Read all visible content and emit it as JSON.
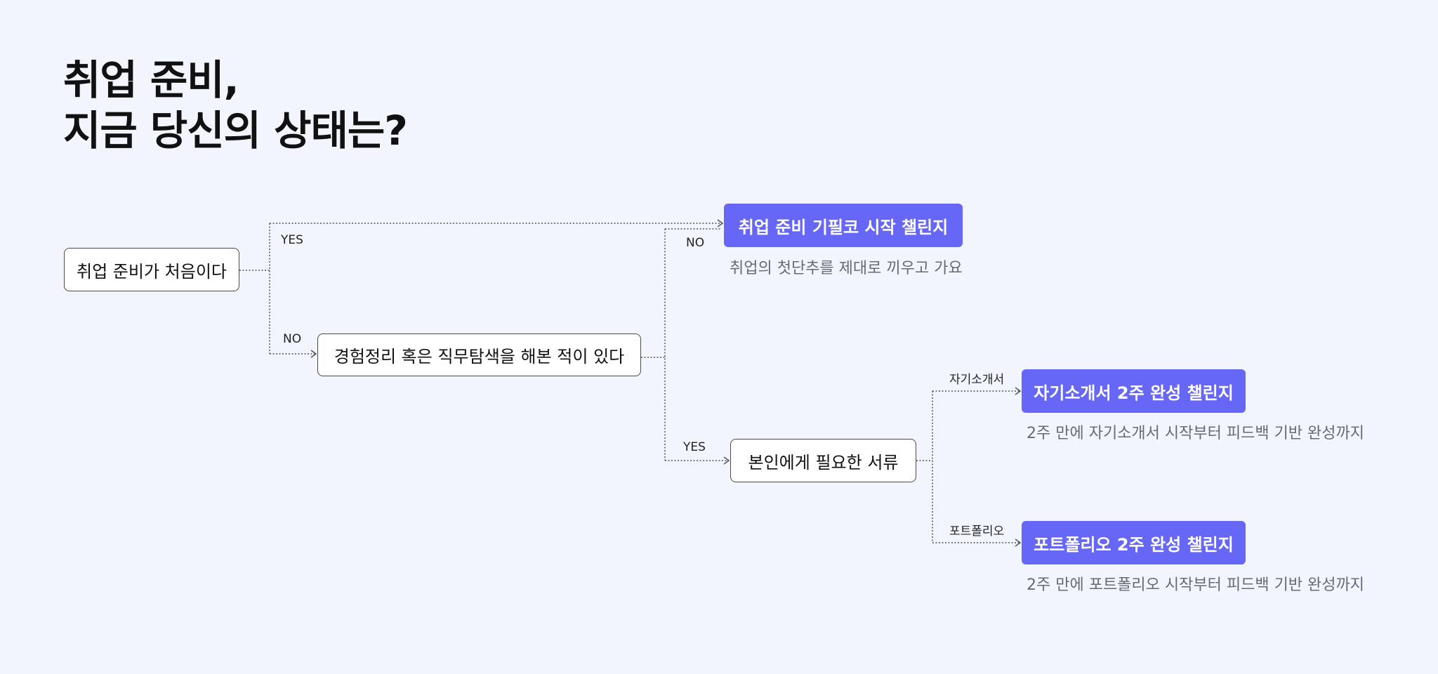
{
  "title": {
    "line1": "취업 준비,",
    "line2": "지금 당신의 상태는?"
  },
  "questions": {
    "first_time": "취업 준비가 처음이다",
    "experience": "경험정리 혹은 직무탐색을 해본 적이 있다",
    "documents": "본인에게 필요한 서류"
  },
  "results": {
    "basics": {
      "label": "취업 준비 기필코 시작 챌린지",
      "desc": "취업의 첫단추를 제대로 끼우고 가요"
    },
    "cover_letter": {
      "label": "자기소개서 2주 완성 챌린지",
      "desc": "2주 만에 자기소개서 시작부터 피드백 기반 완성까지"
    },
    "portfolio": {
      "label": "포트폴리오 2주 완성 챌린지",
      "desc": "2주 만에 포트폴리오 시작부터 피드백 기반 완성까지"
    }
  },
  "edge_labels": {
    "first_yes": "YES",
    "first_no": "NO",
    "exp_no": "NO",
    "exp_yes": "YES",
    "doc_cover": "자기소개서",
    "doc_portfolio": "포트폴리오"
  },
  "colors": {
    "background": "#f2f5fd",
    "accent": "#6767f7",
    "node_border": "#4a4a4a"
  }
}
